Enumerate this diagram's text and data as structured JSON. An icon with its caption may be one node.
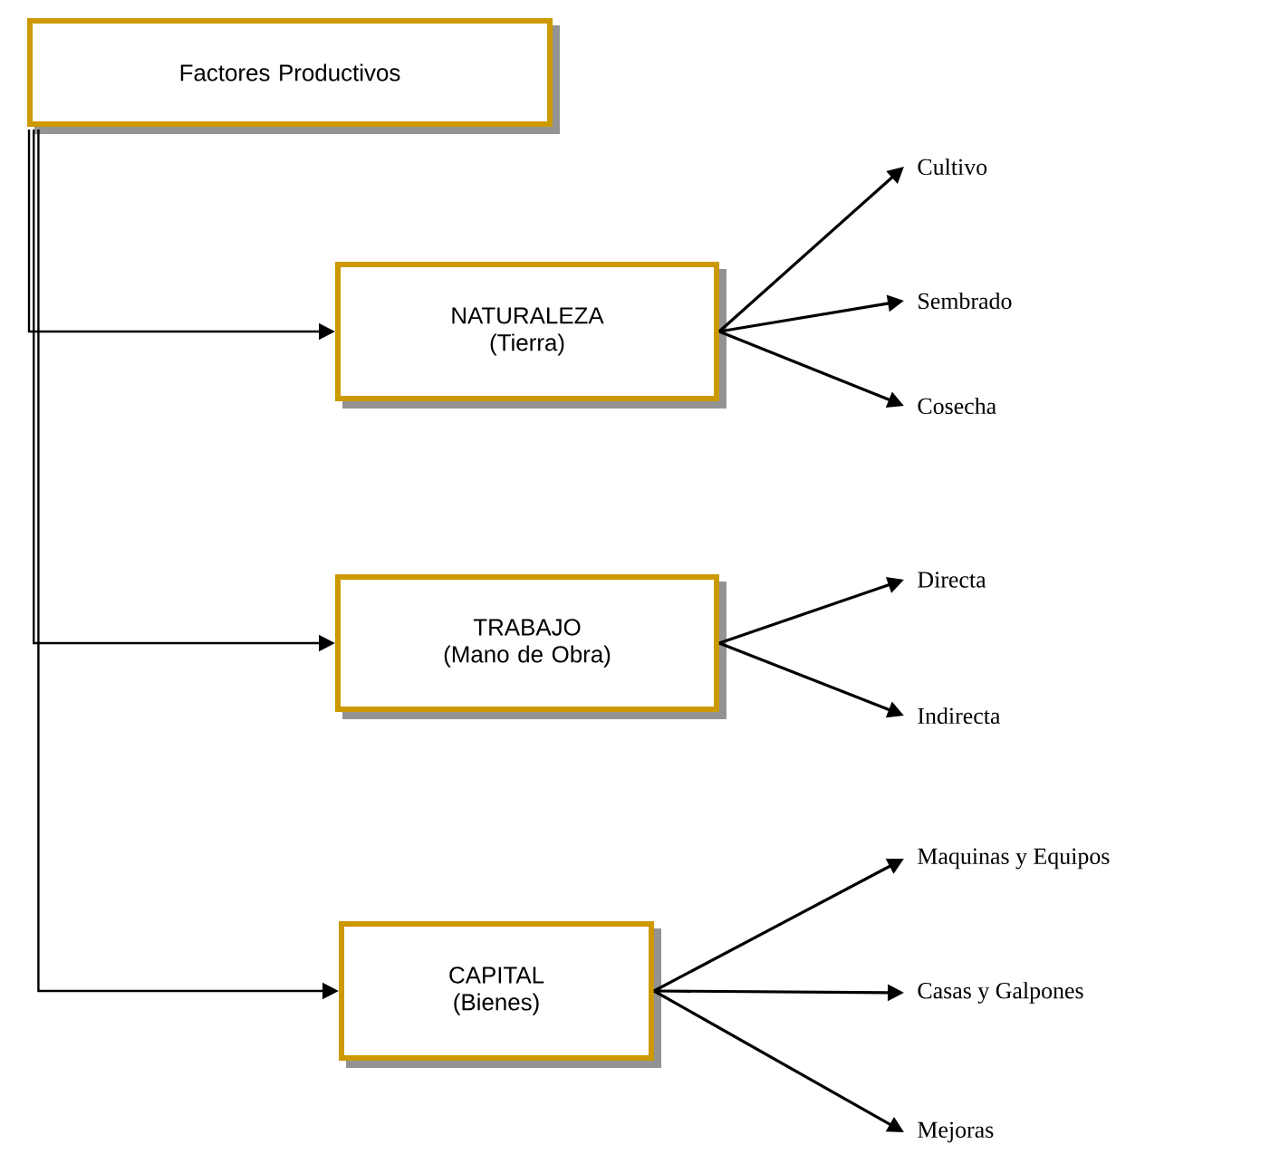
{
  "diagram": {
    "nodes": [
      {
        "text": [
          "Factores Productivos"
        ]
      },
      {
        "text": [
          "NATURALEZA (Tierra)"
        ]
      },
      {
        "text": [
          "TRABAJO (Mano de Obra)"
        ]
      },
      {
        "text": [
          "CAPITAL (Bienes)"
        ]
      },
      {
        "text": [
          "Cultivo"
        ]
      },
      {
        "text": [
          "Sembrado"
        ]
      },
      {
        "text": [
          "Cosecha"
        ]
      },
      {
        "text": [
          "Directa"
        ]
      },
      {
        "text": [
          "Indirecta"
        ]
      },
      {
        "text": [
          "Maquinas y Equipos"
        ]
      },
      {
        "text": [
          "Casas y Galpones"
        ]
      },
      {
        "text": [
          "Mejoras"
        ]
      }
    ],
    "edges": [
      {
        "from": 0,
        "to": 1,
        "arrow": "to"
      },
      {
        "from": 0,
        "to": 2,
        "arrow": "to"
      },
      {
        "from": 0,
        "to": 3,
        "arrow": "to"
      },
      {
        "from": 1,
        "to": 4,
        "arrow": "to"
      },
      {
        "from": 1,
        "to": 5,
        "arrow": "to"
      },
      {
        "from": 1,
        "to": 6,
        "arrow": "to"
      },
      {
        "from": 2,
        "to": 7,
        "arrow": "to"
      },
      {
        "from": 2,
        "to": 8,
        "arrow": "to"
      },
      {
        "from": 3,
        "to": 9,
        "arrow": "to"
      },
      {
        "from": 3,
        "to": 10,
        "arrow": "to"
      },
      {
        "from": 3,
        "to": 11,
        "arrow": "to"
      }
    ]
  }
}
